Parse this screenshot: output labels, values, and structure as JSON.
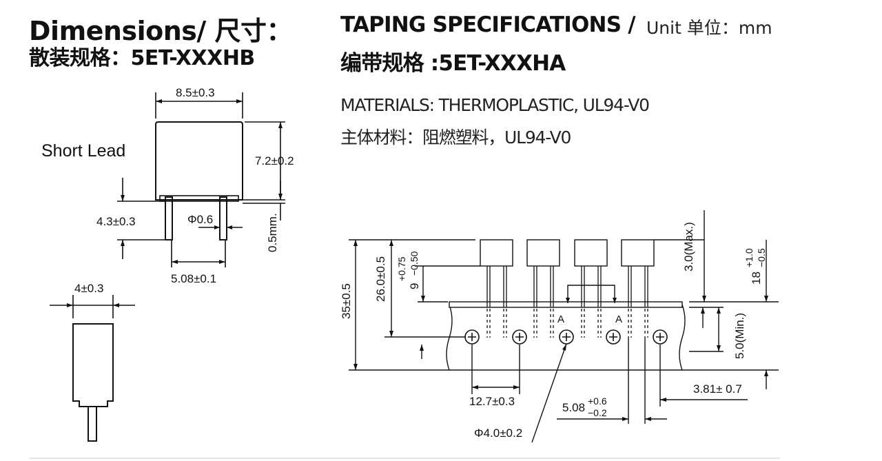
{
  "header": {
    "dimensions_title": "Dimensions/ 尺寸：",
    "bulk_spec": "散装规格：5ET-XXXHB",
    "taping_title": "TAPING SPECIFICATIONS /",
    "taping_spec": "编带规格 :5ET-XXXHA",
    "unit": "Unit 单位：mm"
  },
  "materials": {
    "en": "MATERIALS: THERMOPLASTIC, UL94-V0",
    "cn": "主体材料：阻燃塑料，UL94-V0"
  },
  "bulk_diagram": {
    "variant_label": "Short Lead",
    "width": "8.5±0.3",
    "height": "7.2±0.2",
    "lead_length": "4.3±0.3",
    "lead_diameter": "Φ0.6",
    "standoff": "0.5mm.",
    "lead_pitch": "5.08±0.1",
    "thickness": "4±0.3"
  },
  "taping_diagram": {
    "overall_height": "35±0.5",
    "body_to_hole": "26.0±0.5",
    "lead_clear": "9",
    "lead_clear_tol_plus": "+0.75",
    "lead_clear_tol_minus": "−0.50",
    "body_offset_max": "3.0(Max.)",
    "tape_width": "18",
    "tape_width_tol_plus": "+1.0",
    "tape_width_tol_minus": "−0.5",
    "hole_to_edge_min": "5.0(Min.)",
    "section_mark_left": "A",
    "section_mark_right": "A",
    "hole_pitch": "12.7±0.3",
    "lead_spacing": "5.08",
    "lead_spacing_tol_plus": "+0.6",
    "lead_spacing_tol_minus": "−0.2",
    "hole_offset": "3.81± 0.7",
    "hole_diameter": "Φ4.0±0.2"
  }
}
